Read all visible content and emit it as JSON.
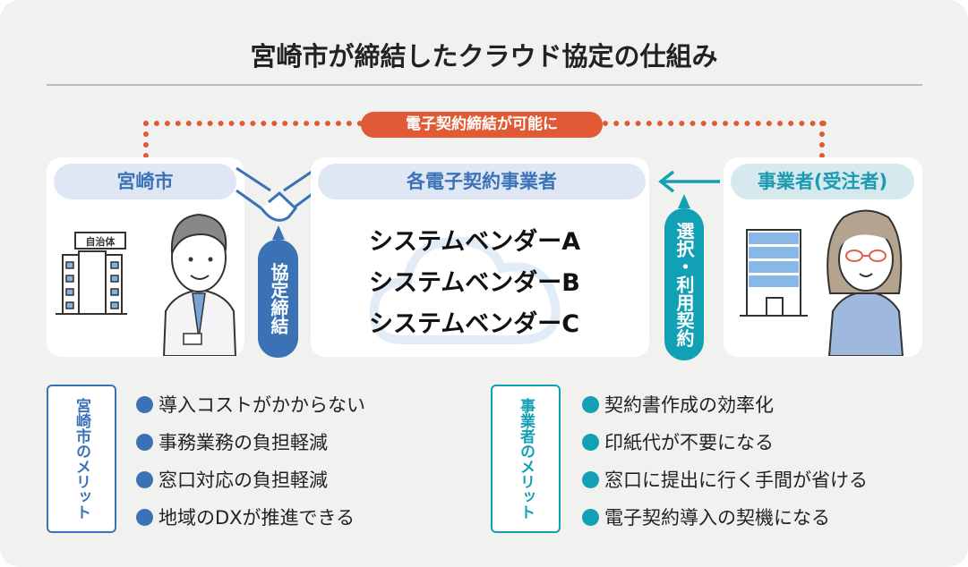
{
  "title": "宮崎市が締結したクラウド協定の仕組み",
  "banner": "電子契約締結が可能に",
  "city": {
    "label": "宮崎市",
    "building_sign": "自治体"
  },
  "vendors": {
    "label": "各電子契約事業者",
    "items": [
      "システムベンダーA",
      "システムベンダーB",
      "システムベンダーC"
    ]
  },
  "business": {
    "label": "事業者(受注者)"
  },
  "agreement_bubble": "協定締結",
  "select_bubble": "選択・利用契約",
  "city_merits": {
    "label": "宮崎市のメリット",
    "items": [
      "導入コストがかからない",
      "事務業務の負担軽減",
      "窓口対応の負担軽減",
      "地域のDXが推進できる"
    ]
  },
  "business_merits": {
    "label": "事業者のメリット",
    "items": [
      "契約書作成の効率化",
      "印紙代が不要になる",
      "窓口に提出に行く手間が省ける",
      "電子契約導入の契機になる"
    ]
  },
  "colors": {
    "orange": "#e05a35",
    "blue": "#3a72b5",
    "teal": "#12a0b5"
  }
}
